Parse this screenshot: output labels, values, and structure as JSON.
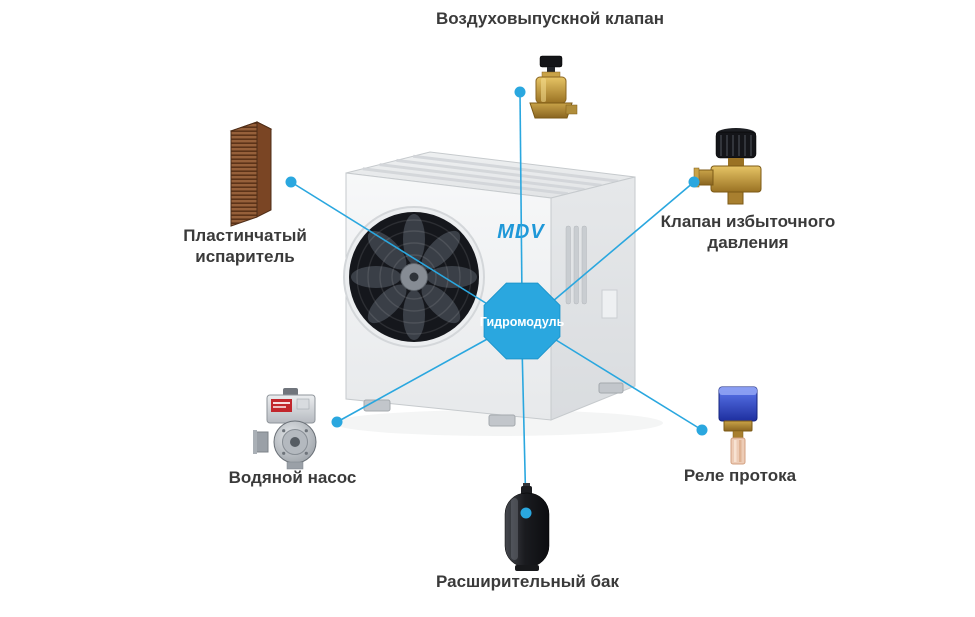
{
  "diagram": {
    "center": {
      "label": "Гидромодуль"
    },
    "unit": {
      "brand": "MDV"
    },
    "components": {
      "air_vent": {
        "label": "Воздуховыпускной клапан"
      },
      "evaporator": {
        "label": "Пластинчатый испаритель"
      },
      "pressure_valve": {
        "label": "Клапан избыточного давления"
      },
      "pump": {
        "label": "Водяной насос"
      },
      "flow_switch": {
        "label": "Реле протока"
      },
      "expansion_tank": {
        "label": "Расширительный бак"
      }
    },
    "colors": {
      "accent": "#2aa7df",
      "label_text": "#3a3a3a",
      "brand_blue": "#1f98d8"
    }
  }
}
